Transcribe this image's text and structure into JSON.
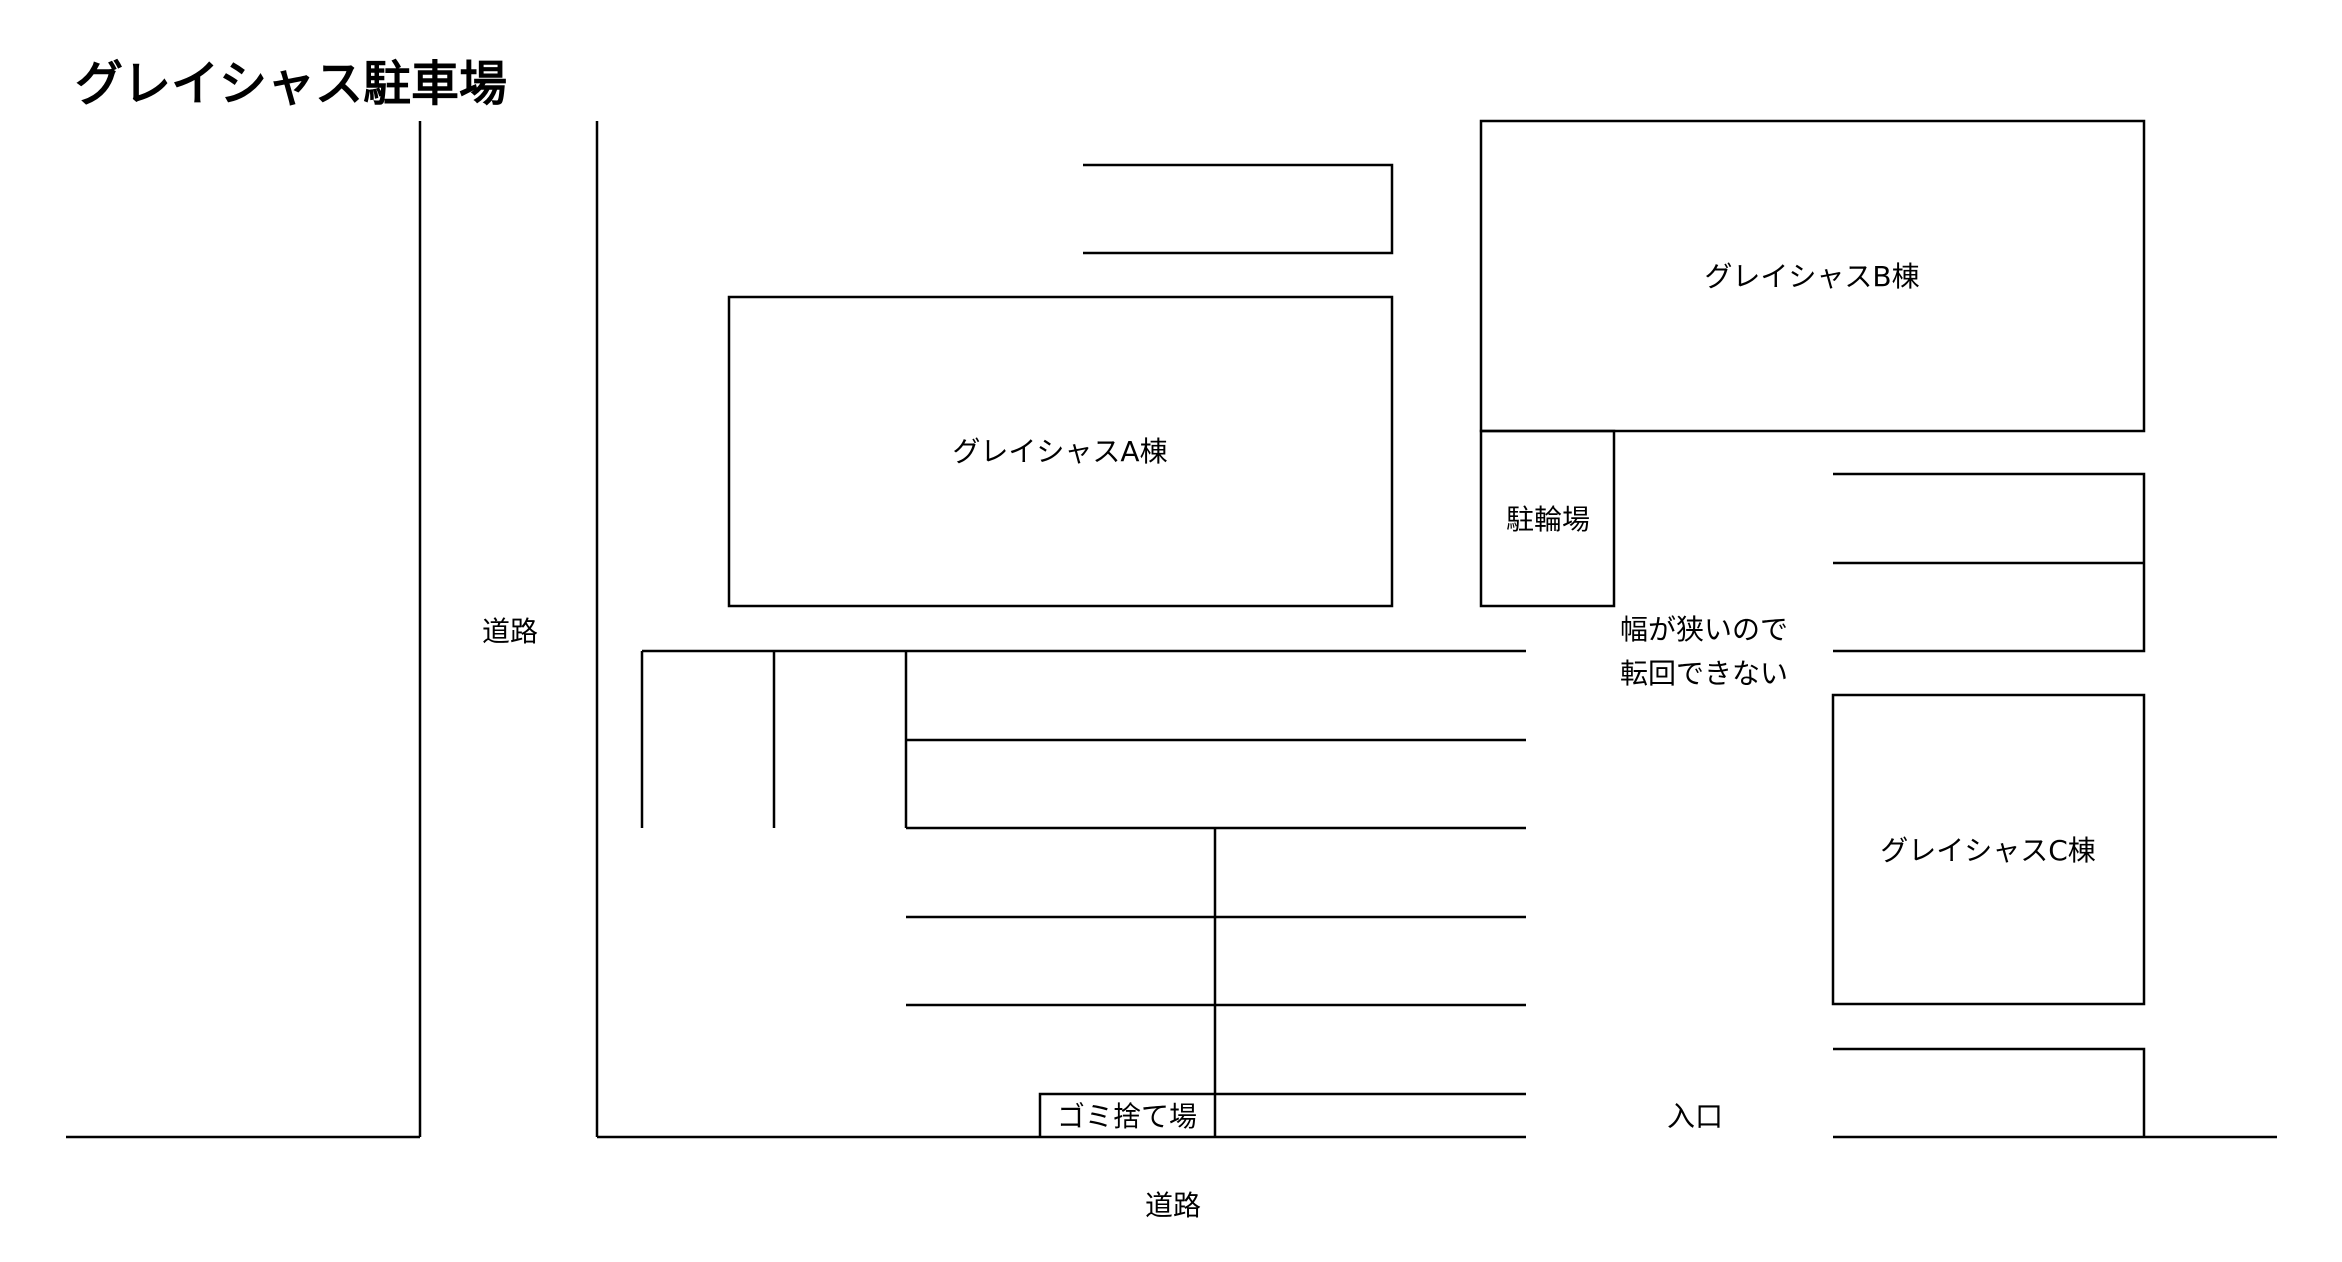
{
  "title": "グレイシャス駐車場",
  "labels": {
    "road_left": "道路",
    "road_bottom": "道路",
    "building_a": "グレイシャスA棟",
    "building_b": "グレイシャスB棟",
    "building_c": "グレイシャスC棟",
    "bicycle_parking": "駐輪場",
    "narrow_note_line1": "幅が狭いので",
    "narrow_note_line2": "転回できない",
    "garbage_area": "ゴミ捨て場",
    "entrance": "入口"
  },
  "colors": {
    "line": "#000000",
    "background": "#ffffff"
  }
}
